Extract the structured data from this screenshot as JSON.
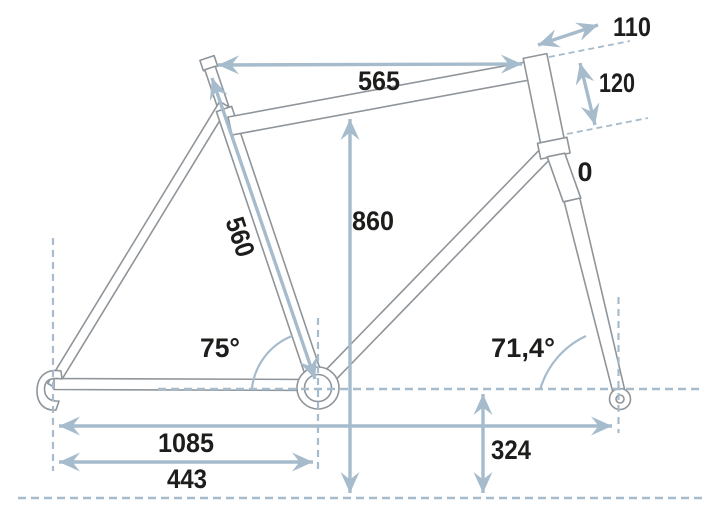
{
  "diagram": {
    "measurements": {
      "stem_length": "110",
      "head_tube_length": "120",
      "spacer_height": "0",
      "top_tube_horizontal": "565",
      "standover_height": "860",
      "seat_tube_length": "560",
      "seat_tube_angle": "75°",
      "head_tube_angle": "71,4°",
      "wheelbase": "1085",
      "chainstay_length": "443",
      "bb_height": "324"
    },
    "colors": {
      "dimension_blue": "#a6bbcb",
      "frame_gray": "#8f959a",
      "label_black": "#1d1d1b"
    }
  }
}
